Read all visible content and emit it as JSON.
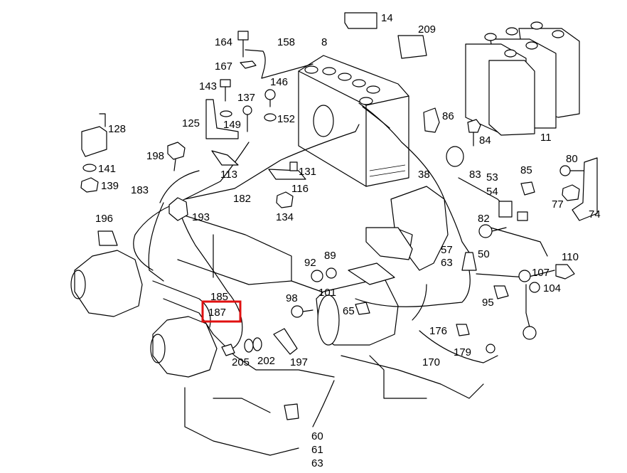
{
  "diagram": {
    "highlight_color": "#e01010",
    "highlighted_label": "187",
    "labels": {
      "l8": "8",
      "l11": "11",
      "l14": "14",
      "l38": "38",
      "l50": "50",
      "l53": "53",
      "l54": "54",
      "l57": "57",
      "l63a": "63",
      "l60": "60",
      "l61": "61",
      "l63b": "63",
      "l65": "65",
      "l74": "74",
      "l77": "77",
      "l80": "80",
      "l82": "82",
      "l83": "83",
      "l84": "84",
      "l85": "85",
      "l86": "86",
      "l89": "89",
      "l92": "92",
      "l95": "95",
      "l98": "98",
      "l101": "101",
      "l104": "104",
      "l107": "107",
      "l110": "110",
      "l113": "113",
      "l116": "116",
      "l125": "125",
      "l128": "128",
      "l131": "131",
      "l134": "134",
      "l137": "137",
      "l139": "139",
      "l141": "141",
      "l143": "143",
      "l146": "146",
      "l149": "149",
      "l152": "152",
      "l158": "158",
      "l164": "164",
      "l167": "167",
      "l170": "170",
      "l176": "176",
      "l179": "179",
      "l182": "182",
      "l183": "183",
      "l185": "185",
      "l187": "187",
      "l193": "193",
      "l196": "196",
      "l197": "197",
      "l198": "198",
      "l202": "202",
      "l205": "205",
      "l209": "209"
    }
  }
}
